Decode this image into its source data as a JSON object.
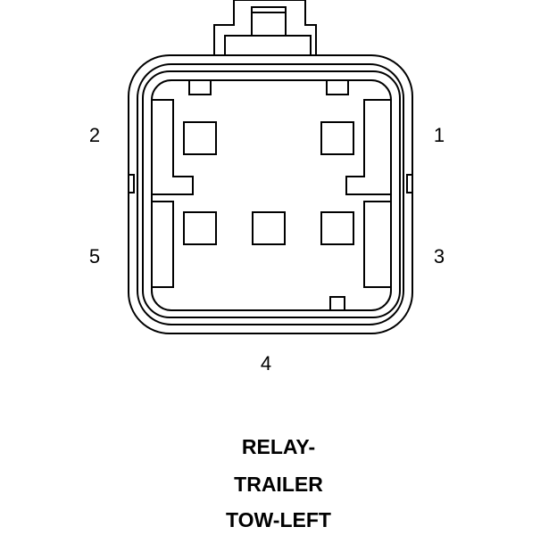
{
  "pins": {
    "pin1": "1",
    "pin2": "2",
    "pin3": "3",
    "pin4": "4",
    "pin5": "5"
  },
  "caption": {
    "line1": "RELAY-",
    "line2": "TRAILER",
    "line3": "TOW-LEFT"
  },
  "colors": {
    "stroke": "#000000",
    "background": "#ffffff"
  }
}
